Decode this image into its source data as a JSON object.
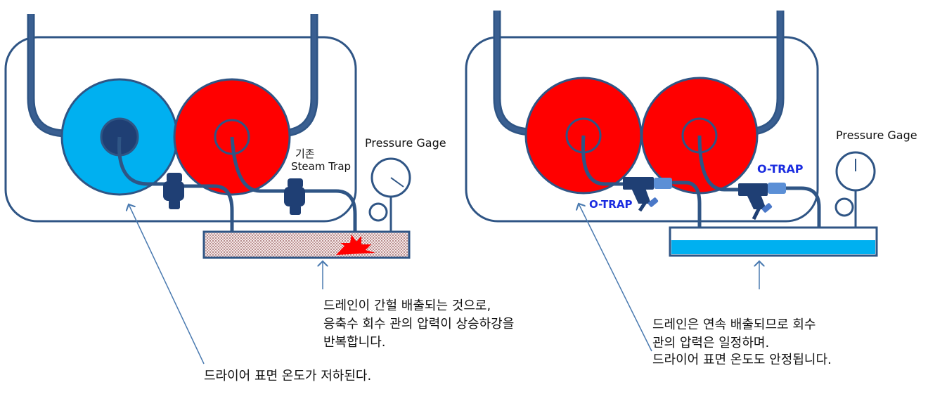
{
  "left_panel": {
    "label_existing": "기존",
    "label_steam_trap": "Steam Trap",
    "label_gage": "Pressure Gage",
    "caption_lines": [
      "드레인이 간헐 배출되는 것으로,",
      "응축수 회수 관의 압력이 상승하강을",
      "반복합니다."
    ],
    "dryer_note": "드라이어 표면 온도가 저하된다."
  },
  "right_panel": {
    "label_otrap_1": "O-TRAP",
    "label_otrap_2": "O-TRAP",
    "label_gage": "Pressure Gage",
    "caption_lines": [
      "드레인은 연속 배출되므로 회수",
      "관의 압력은 일정하며.",
      "드라이어 표면 온도도 안정됩니다."
    ]
  },
  "colors": {
    "outline": "#2f5585",
    "pipe": "#3a5f91",
    "pipe_inner": "#2f5597",
    "hot_drum": "#ff0000",
    "cold_drum": "#00b0f0",
    "trap": "#1f3f74",
    "otrap_text": "#1a2ce0",
    "water": "#00b0f0",
    "flash": "#ff0000",
    "arrow": "#4a7ab0"
  }
}
